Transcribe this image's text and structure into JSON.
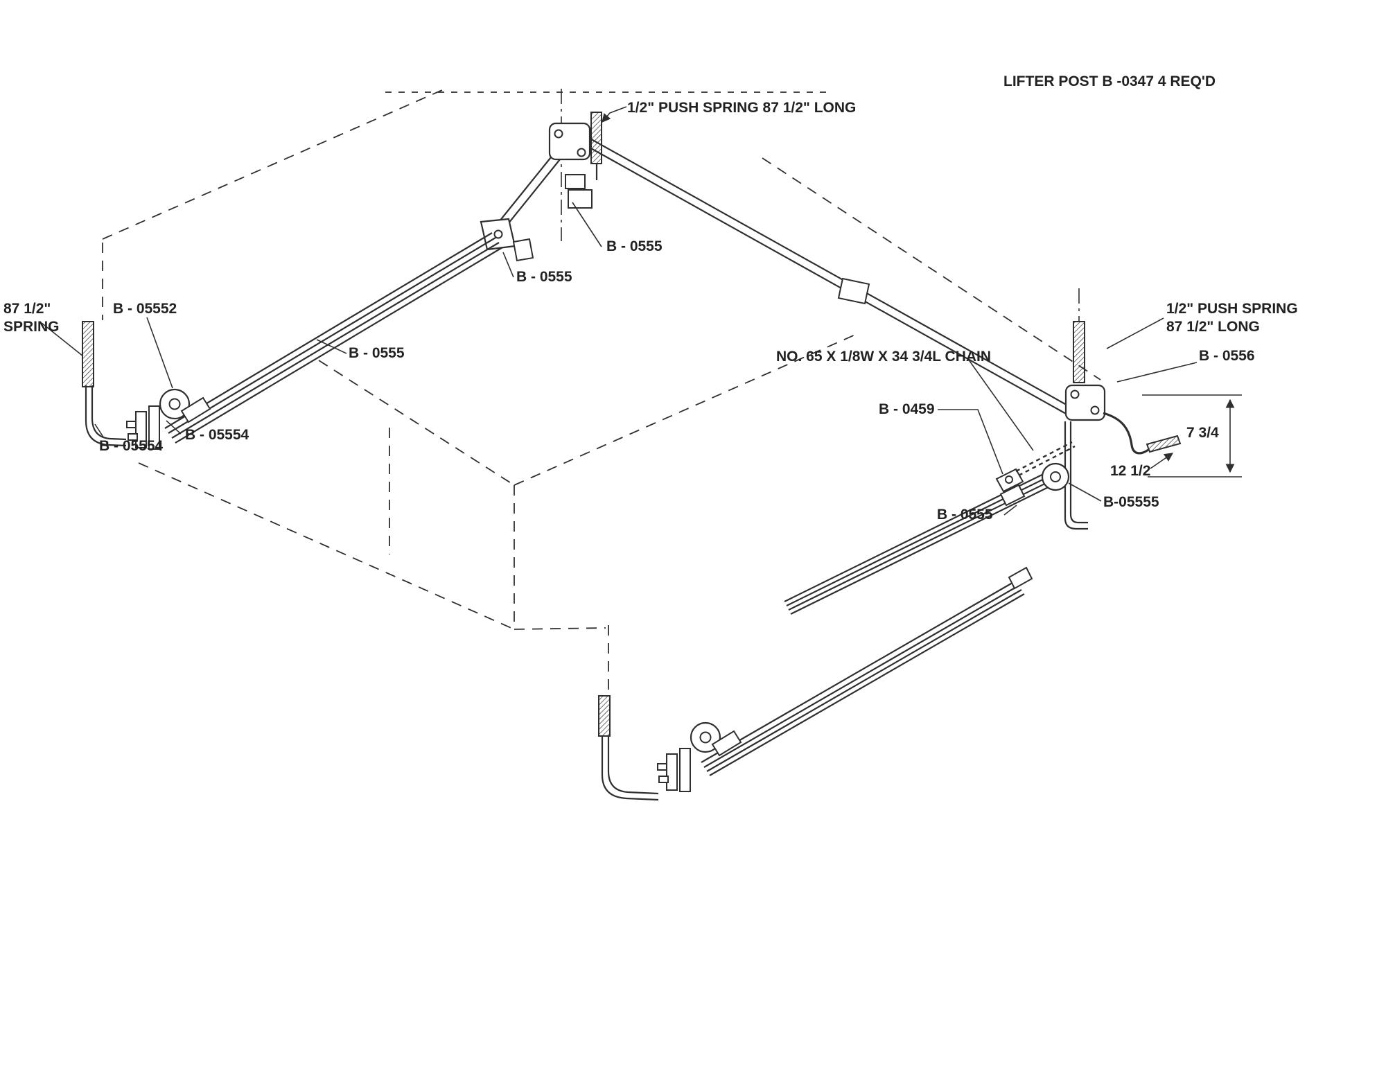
{
  "page": {
    "background": "#ffffff",
    "ink_color": "#2f2f2f"
  },
  "title": "LIFTER POST B -0347 4 REQ'D",
  "labels": {
    "top_push_spring": "1/2\" PUSH SPRING 87 1/2\" LONG",
    "b0555_upper": "B - 0555",
    "b0555_joint": "B - 0555",
    "b05552": "B - 05552",
    "left_spring_line1": "87 1/2\"",
    "left_spring_line2": "SPRING",
    "b0555_rail": "B - 0555",
    "chain": "NO. 65 X 1/8W X 34 3/4L CHAIN",
    "right_spring_line1": "1/2\" PUSH SPRING",
    "right_spring_line2": "87 1/2\" LONG",
    "b0556": "B - 0556",
    "b0459": "B - 0459",
    "dim_height": "7 3/4",
    "b05554_right": "B - 05554",
    "b05554_left": "B - 05554",
    "dim_crank": "12 1/2",
    "b05555": "B-05555",
    "b0555_lower": "B - 0555"
  }
}
